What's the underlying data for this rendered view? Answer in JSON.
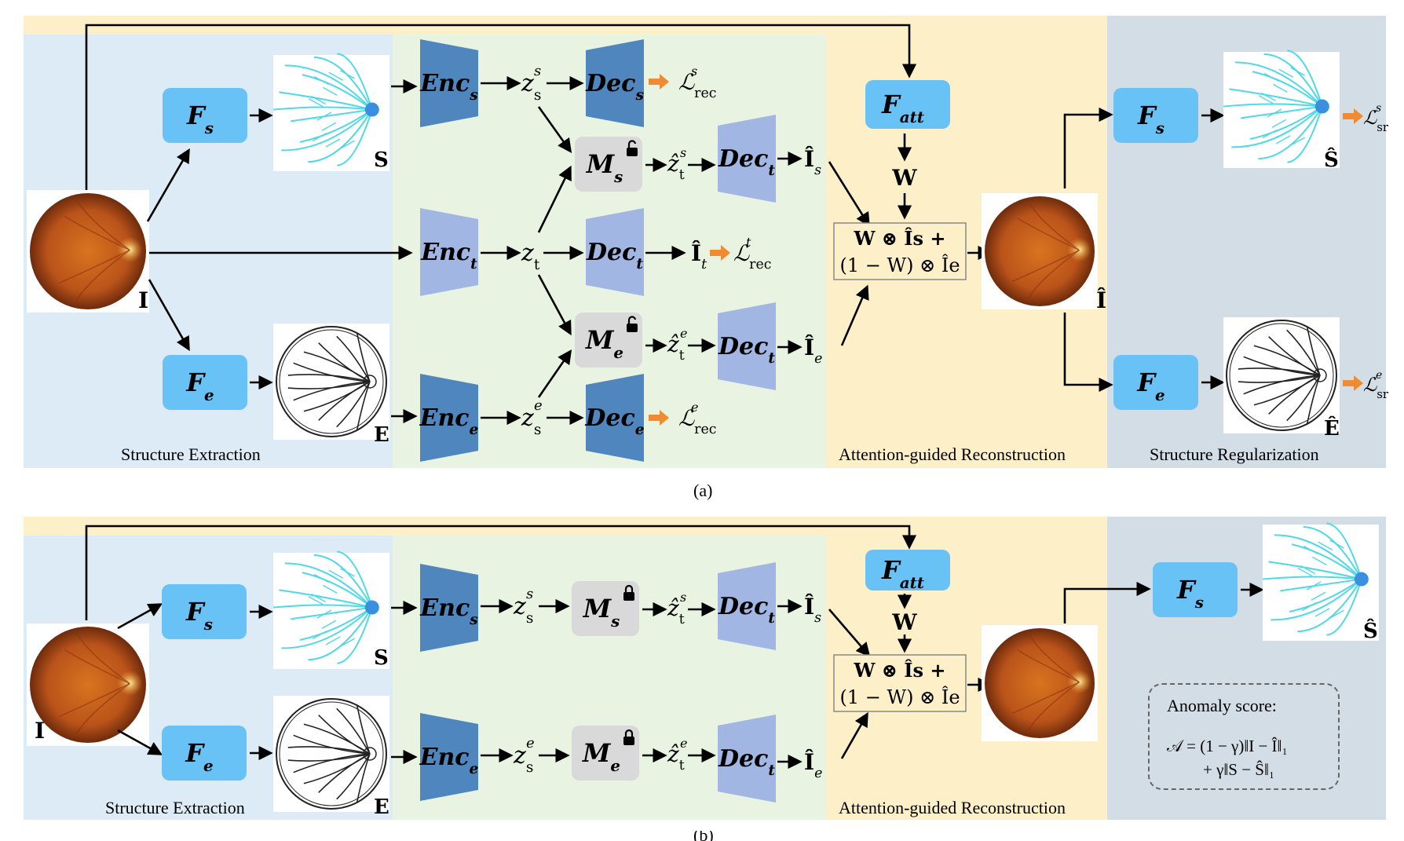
{
  "panels": {
    "a": {
      "caption": "(a)",
      "sections": [
        "Structure Extraction",
        "Attention-guided Reconstruction",
        "Structure Regularization"
      ],
      "labels": {
        "input": "I",
        "s_map": "S",
        "e_map": "E",
        "recon": "Î",
        "s_hat": "Ŝ",
        "e_hat": "Ê"
      },
      "modules": {
        "fs": "F",
        "fs_sub": "s",
        "fe": "F",
        "fe_sub": "e",
        "fatt": "F",
        "fatt_sub": "att",
        "enc": "Enc",
        "dec": "Dec",
        "ms": "M",
        "me": "M"
      },
      "latents": {
        "zss": "z",
        "zt": "z",
        "zse": "z",
        "w": "W"
      },
      "fusion": [
        "W ⊗ Îs +",
        "(1 − W) ⊗ Îe"
      ],
      "losses": {
        "rec": "ℒ",
        "rec_sub": "rec",
        "sr": "ℒ",
        "sr_sub": "sr"
      },
      "lock_state": "unlocked"
    },
    "b": {
      "caption": "(b)",
      "sections": [
        "Structure Extraction",
        "Attention-guided Reconstruction"
      ],
      "anomaly": {
        "title": "Anomaly score:",
        "line1": "𝒜 = (1 − γ)‖I − Î‖₁",
        "line2": "+ γ‖S − Ŝ‖₁"
      },
      "lock_state": "locked"
    }
  },
  "colors": {
    "blue_bg": "#dcebf5",
    "green_bg": "#e9f3e2",
    "yellow_bg": "#fdefc7",
    "gray_bg": "#d2dde6",
    "module": "#69c2f5",
    "dark_trap": "#4f86bd",
    "light_trap": "#a2b6e3",
    "gray_box": "#d9d9d9",
    "orange": "#ef8b32",
    "vessel": "#4fd8e6"
  }
}
